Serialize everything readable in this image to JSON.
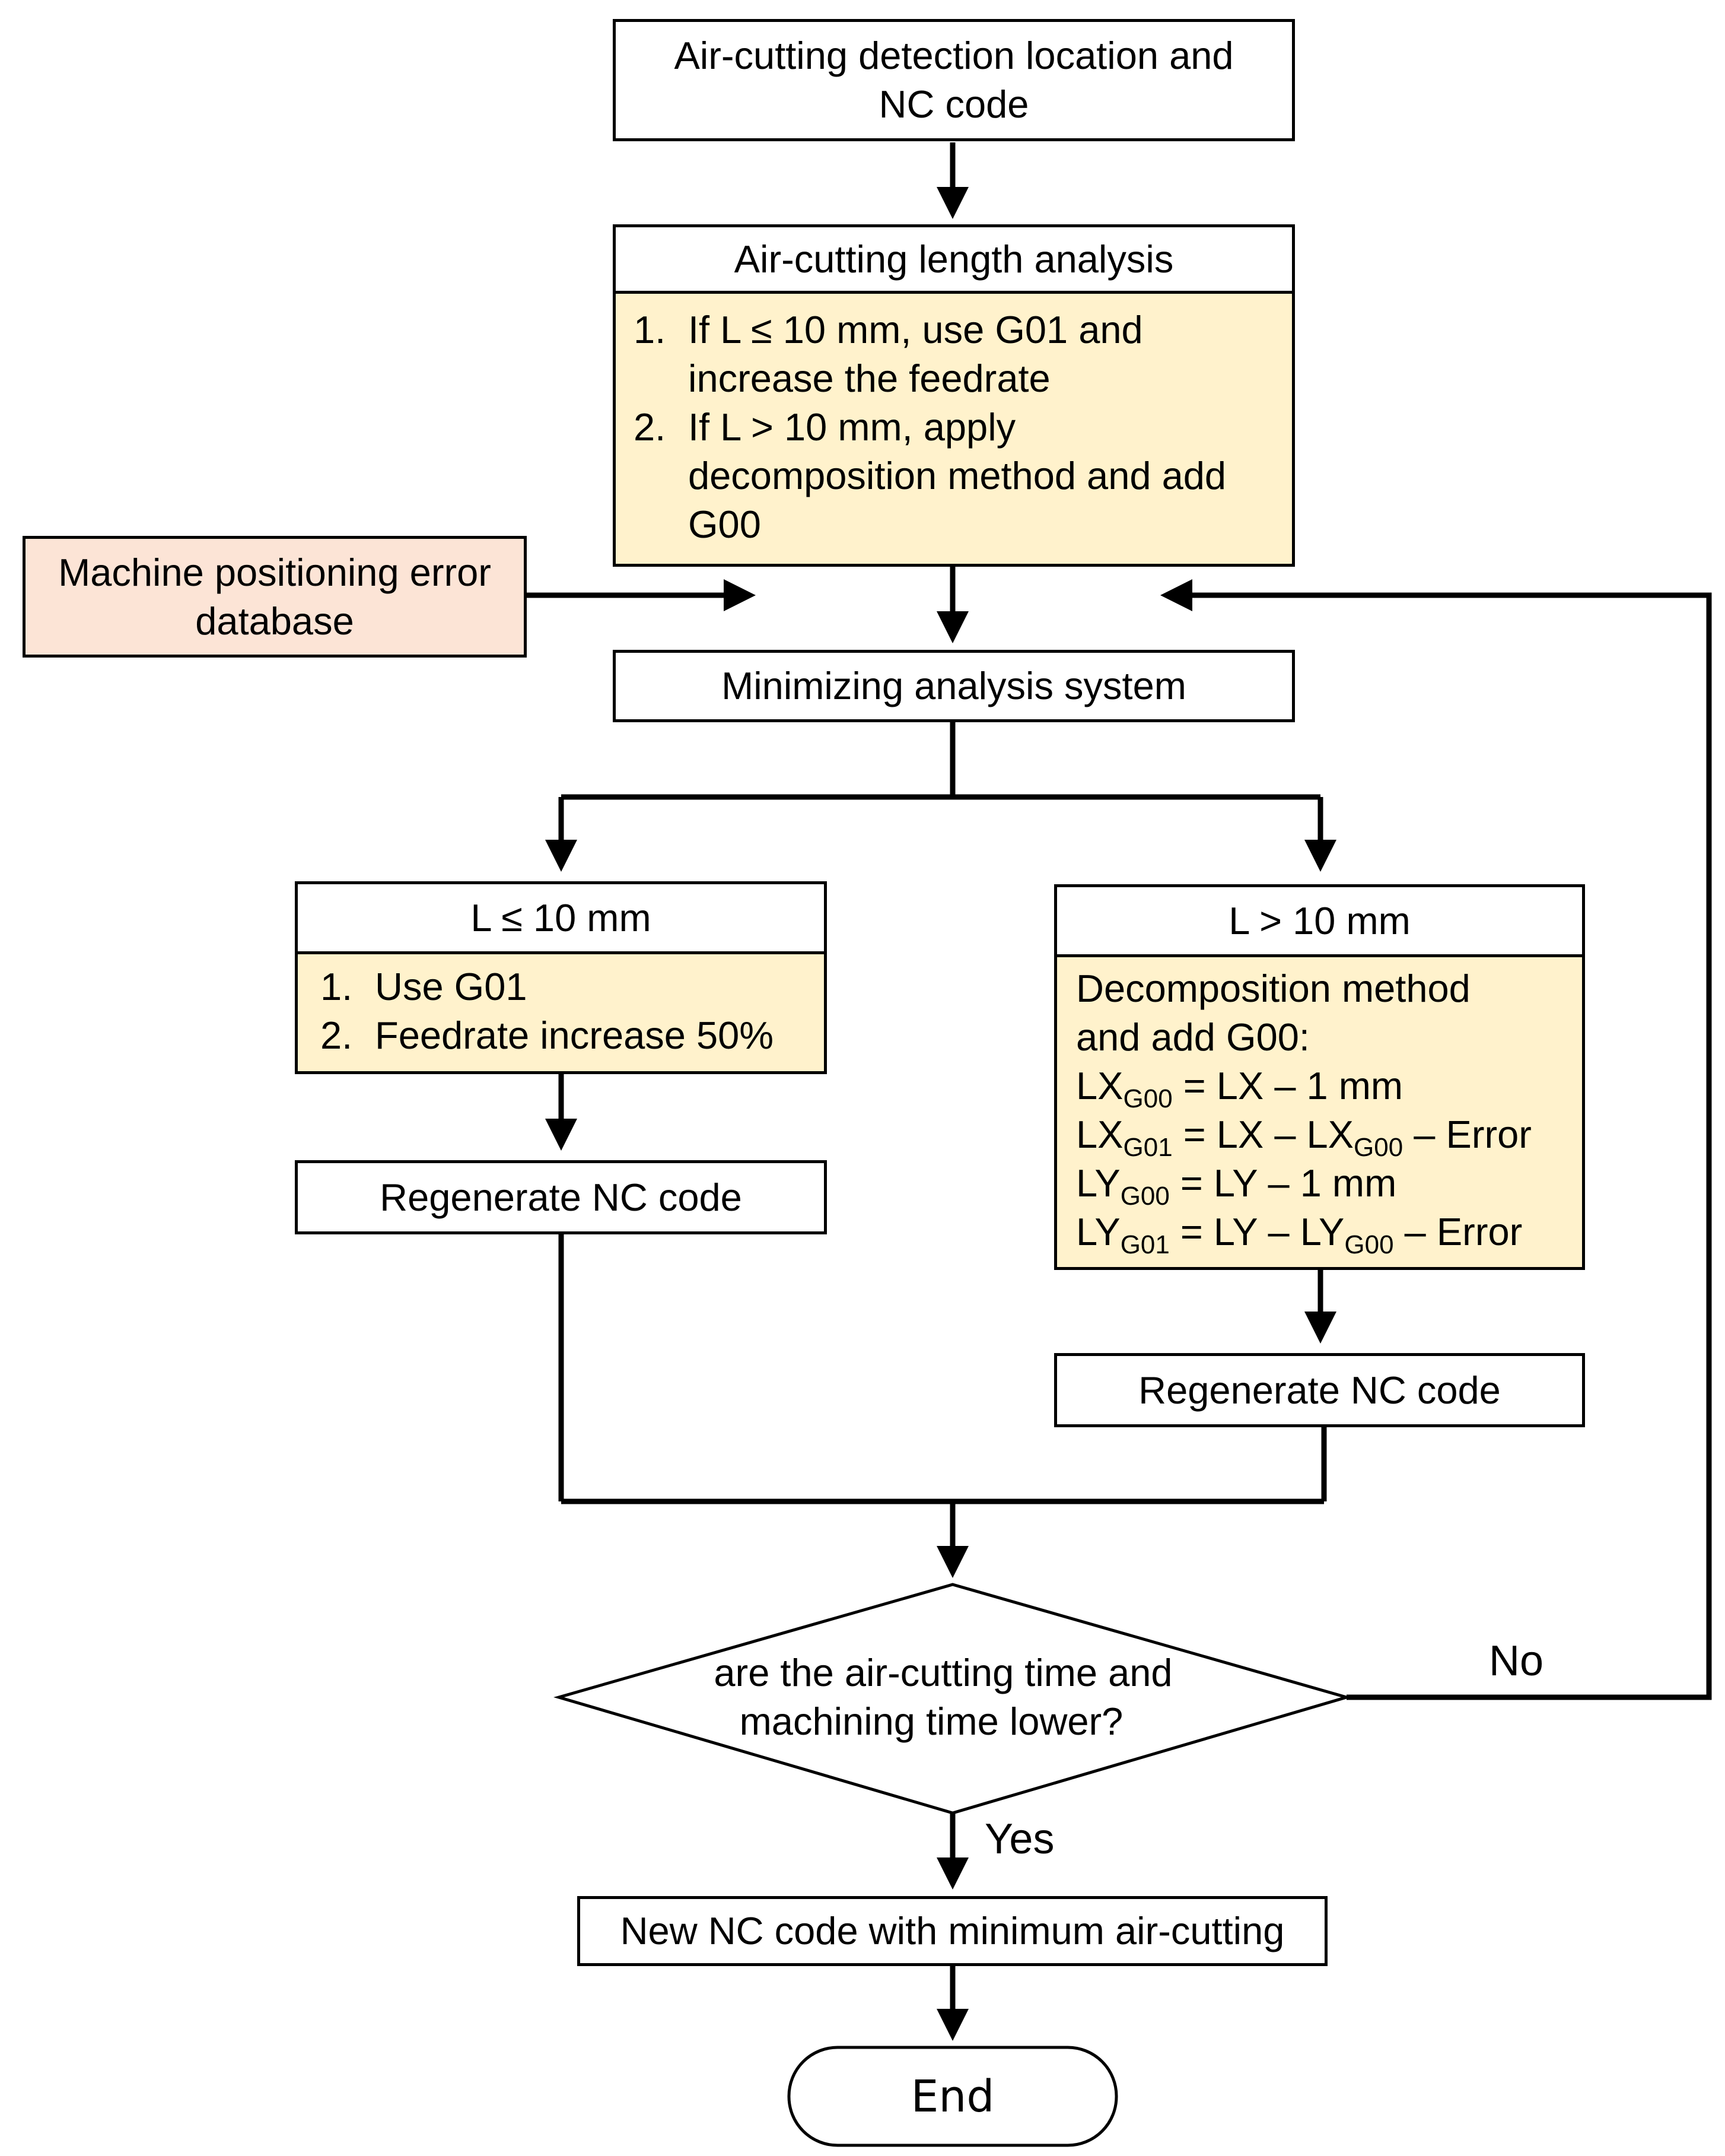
{
  "start": {
    "line1": "Air-cutting detection location and",
    "line2": "NC code"
  },
  "analysis": {
    "title": "Air-cutting length analysis",
    "items": [
      {
        "num": "1.",
        "line1": "If L ≤ 10 mm, use G01 and",
        "line2": "increase the feedrate"
      },
      {
        "num": "2.",
        "line1": "If L > 10 mm, apply",
        "line2": "decomposition method and add",
        "line3": "G00"
      }
    ]
  },
  "database": {
    "line1": "Machine positioning error",
    "line2": "database"
  },
  "minimizing": "Minimizing analysis system",
  "left_branch": {
    "title": "L ≤ 10 mm",
    "items": [
      {
        "num": "1.",
        "text": "Use G01"
      },
      {
        "num": "2.",
        "text": "Feedrate increase 50%"
      }
    ],
    "regen": "Regenerate NC code"
  },
  "right_branch": {
    "title": "L > 10 mm",
    "line1": "Decomposition method",
    "line2": "and add G00:",
    "eqs": [
      {
        "a": "LX",
        "a_sub": "G00",
        "b": " = LX – 1 mm",
        "c_sub": "",
        "d": ""
      },
      {
        "a": "LX",
        "a_sub": "G01",
        "b": " = LX – LX",
        "c_sub": "G00",
        "d": " – Error"
      },
      {
        "a": "LY",
        "a_sub": "G00",
        "b": " = LY – 1 mm",
        "c_sub": "",
        "d": ""
      },
      {
        "a": "LY",
        "a_sub": "G01",
        "b": " = LY – LY",
        "c_sub": "G00",
        "d": " – Error"
      }
    ],
    "regen": "Regenerate NC code"
  },
  "decision": {
    "line1": "are the air-cutting time and",
    "line2": "machining time lower?",
    "no": "No",
    "yes": "Yes"
  },
  "result": "New NC code with minimum air-cutting",
  "end": "End",
  "colors": {
    "process_fill": "#fff2cc",
    "database_fill": "#fce4d6",
    "stroke": "#000000"
  }
}
